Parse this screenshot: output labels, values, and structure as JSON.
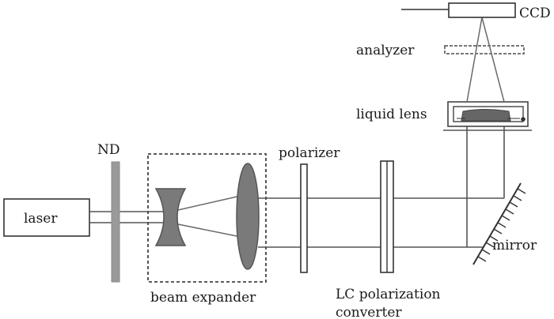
{
  "labels": {
    "laser": "laser",
    "nd": "ND",
    "beam_expander": "beam expander",
    "polarizer": "polarizer",
    "lc_converter_line1": "LC polarization",
    "lc_converter_line2": "converter",
    "mirror": "mirror",
    "liquid_lens": "liquid lens",
    "analyzer": "analyzer",
    "ccd": "CCD"
  },
  "colors": {
    "line": "#555555",
    "component_fill": "#7a7a7a",
    "nd_filter": "#9a9a9a",
    "text": "#1a1a1a"
  }
}
